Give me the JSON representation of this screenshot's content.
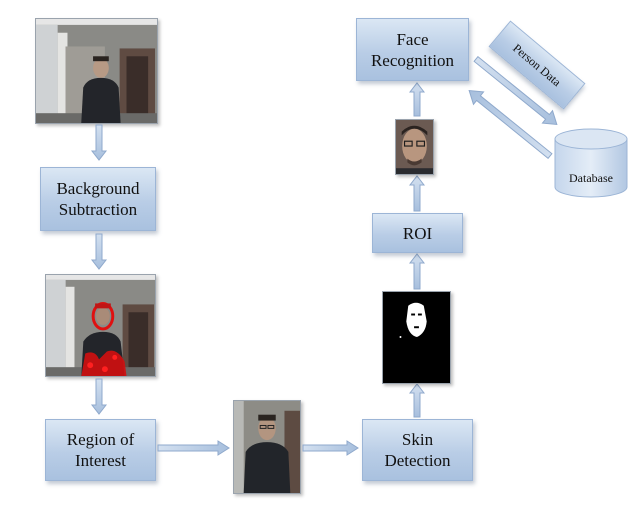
{
  "nodes": {
    "background_subtraction": "Background\nSubtraction",
    "region_of_interest": "Region of\nInterest",
    "skin_detection": "Skin\nDetection",
    "roi": "ROI",
    "face_recognition": "Face\nRecognition",
    "database": "Database",
    "person_data": "Person Data"
  },
  "colors": {
    "box_top": "#dbe7f4",
    "box_bottom": "#a9c1df",
    "arrow_fill": "#b7cbe4",
    "arrow_stroke": "#8fa9cc"
  }
}
